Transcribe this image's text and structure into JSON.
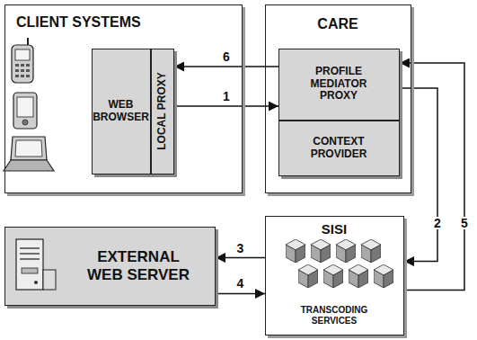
{
  "diagram": {
    "nodes": [
      {
        "text": [
          "CLIENT SYSTEMS"
        ]
      },
      {
        "text": [
          "WEB BROWSER"
        ],
        "in": 0
      },
      {
        "text": [
          "LOCAL PROXY"
        ],
        "in": 0
      },
      {
        "text": [
          "CARE"
        ]
      },
      {
        "text": [
          "PROFILE MEDIATOR PROXY"
        ],
        "in": 3
      },
      {
        "text": [
          "CONTEXT PROVIDER"
        ],
        "in": 3
      },
      {
        "text": [
          "SISI",
          "TRANSCODING SERVICES"
        ]
      },
      {
        "text": [
          "EXTERNAL WEB SERVER"
        ]
      }
    ],
    "edges": [
      {
        "from": 2,
        "to": 4,
        "label": "1",
        "arrow": "to"
      },
      {
        "from": 4,
        "to": 6,
        "label": "2",
        "arrow": "to"
      },
      {
        "from": 6,
        "to": 7,
        "label": "3",
        "arrow": "to"
      },
      {
        "from": 7,
        "to": 6,
        "label": "4",
        "arrow": "to"
      },
      {
        "from": 6,
        "to": 4,
        "label": "5",
        "arrow": "to"
      },
      {
        "from": 4,
        "to": 2,
        "label": "6",
        "arrow": "to"
      }
    ]
  }
}
